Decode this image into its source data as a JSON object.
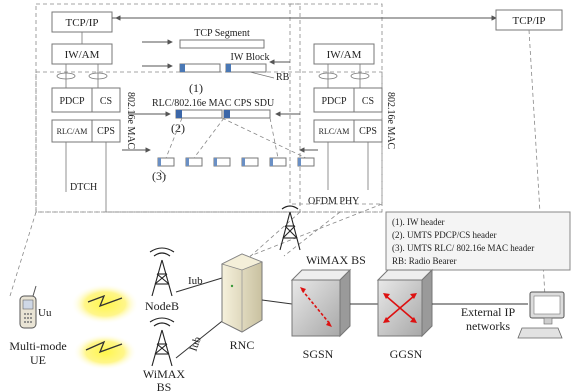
{
  "stack_left": {
    "tcpip": "TCP/IP",
    "iwam": "IW/AM",
    "pdcp": "PDCP",
    "cs": "CS",
    "rlcam": "RLC/AM",
    "cps": "CPS",
    "mac_side": "802.16e MAC",
    "dtch": "DTCH"
  },
  "stack_right": {
    "iwam": "IW/AM",
    "pdcp": "PDCP",
    "cs": "CS",
    "rlcam": "RLC/AM",
    "cps": "CPS",
    "mac_side": "802.16e MAC"
  },
  "far_right": {
    "tcpip": "TCP/IP"
  },
  "middle": {
    "tcp_segment": "TCP Segment",
    "iw_block": "IW Block",
    "marker_1": "(1)",
    "rb": "RB",
    "sdu": "RLC/802.16e MAC CPS SDU",
    "marker_2": "(2)",
    "marker_3": "(3)",
    "ofdm": "OFDM PHY"
  },
  "legend": {
    "items": [
      "(1). IW header",
      "(2). UMTS PDCP/CS header",
      "(3). UMTS RLC/ 802.16e MAC header",
      "RB: Radio Bearer"
    ]
  },
  "network": {
    "wimax_bs_top": "WiMAX BS",
    "uu": "Uu",
    "nodeb": "NodeB",
    "iub_top": "Iub",
    "iub_bottom": "Iub",
    "rnc": "RNC",
    "sgsn": "SGSN",
    "ggsn": "GGSN",
    "external_line1": "External IP",
    "external_line2": "networks",
    "ue_line1": "Multi-mode",
    "ue_line2": "UE",
    "wimax_bs_bottom_line1": "WiMAX",
    "wimax_bs_bottom_line2": "BS"
  }
}
